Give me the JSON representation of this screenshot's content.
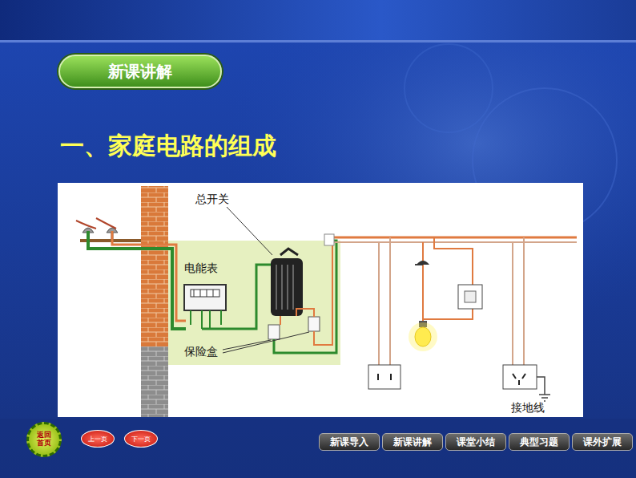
{
  "diagram": {
    "title": "一、家庭电路的组成",
    "nodes": [
      {
        "text": [
          "新课讲解"
        ]
      },
      {
        "text": [
          "返回首页"
        ]
      },
      {
        "text": [
          "上一页"
        ]
      },
      {
        "text": [
          "下一页"
        ]
      },
      {
        "text": [
          "新课导入"
        ]
      },
      {
        "text": [
          "新课讲解"
        ]
      },
      {
        "text": [
          "课堂小结"
        ]
      },
      {
        "text": [
          "典型习题"
        ]
      },
      {
        "text": [
          "课外扩展"
        ]
      }
    ],
    "labels": [
      "总开关",
      "电能表",
      "保险盒",
      "接地线"
    ]
  }
}
